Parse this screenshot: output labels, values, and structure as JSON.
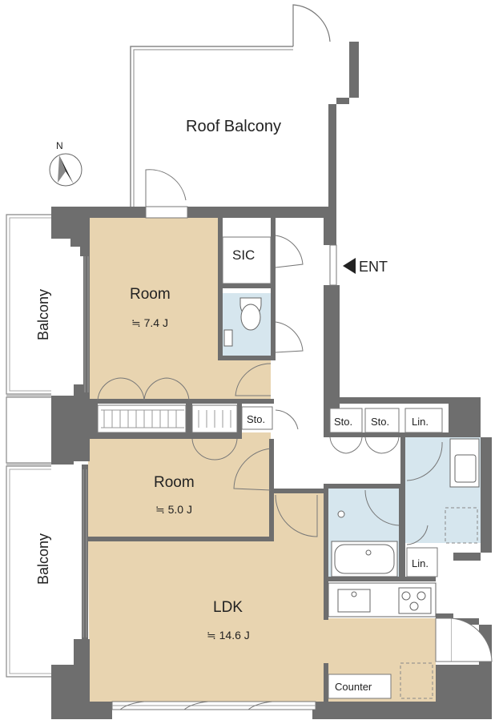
{
  "compass": {
    "north_label": "N"
  },
  "rooms": {
    "roof_balcony": "Roof Balcony",
    "balcony_upper": "Balcony",
    "balcony_lower": "Balcony",
    "room1": {
      "name": "Room",
      "area": "≒ 7.4 J"
    },
    "room2": {
      "name": "Room",
      "area": "≒ 5.0 J"
    },
    "ldk": {
      "name": "LDK",
      "area": "≒ 14.6 J"
    },
    "sic": "SIC",
    "sto_hall": "Sto.",
    "sto_a": "Sto.",
    "sto_b": "Sto.",
    "lin_top": "Lin.",
    "lin_bottom": "Lin.",
    "counter": "Counter",
    "entrance": "ENT"
  },
  "colors": {
    "wall": "#6e6e6e",
    "room_floor": "#e8d4b0",
    "wet_area": "#d6e6ee",
    "line": "#555555"
  }
}
